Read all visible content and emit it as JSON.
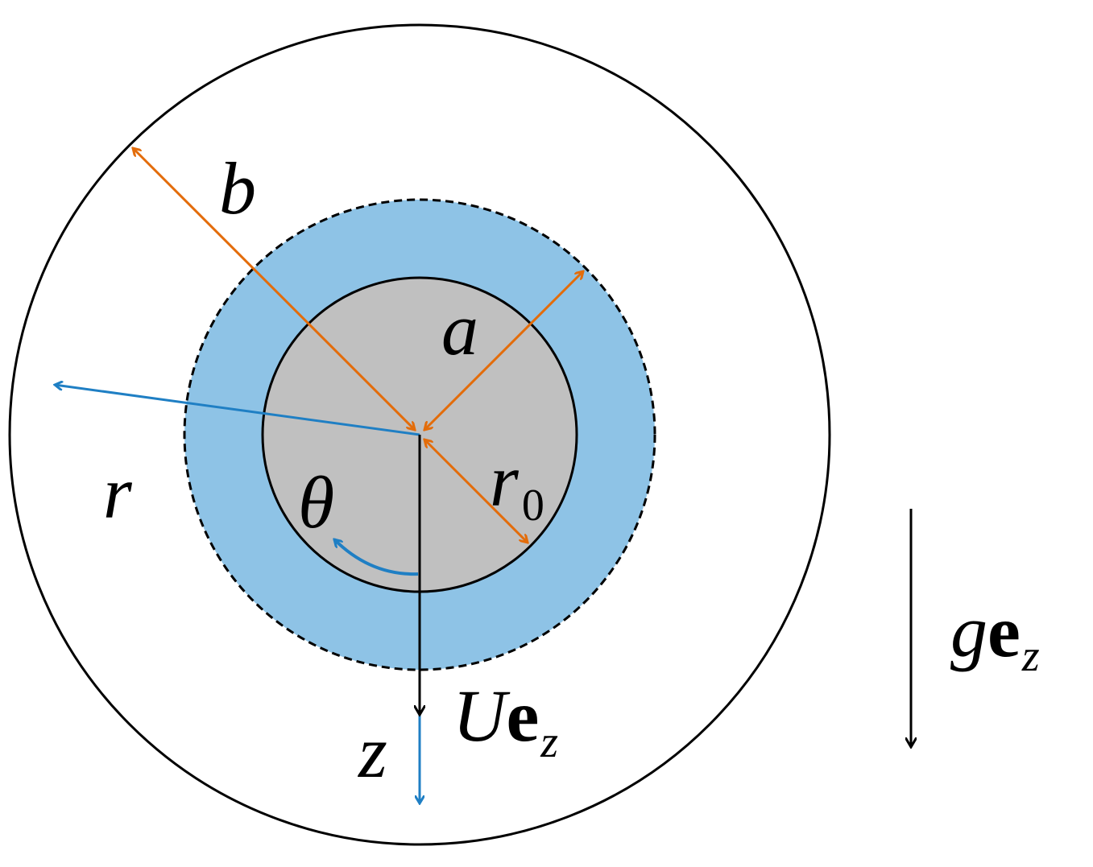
{
  "labels": {
    "b": "b",
    "a": "a",
    "r0_main": "r",
    "r0_sub": "0",
    "r": "r",
    "theta": "θ",
    "z": "z",
    "U": "U",
    "U_e": "e",
    "U_sub": "z",
    "g": "g",
    "g_e": "e",
    "g_sub": "z"
  },
  "colors": {
    "outer_boundary": "#000000",
    "shell_fill": "#8ec3e6",
    "particle_fill": "#c0c0c0",
    "orange_arrows": "#e36c0a",
    "blue_arrows": "#1f7fc4",
    "black_arrows": "#000000"
  },
  "shell_boundary_style": "dashed"
}
